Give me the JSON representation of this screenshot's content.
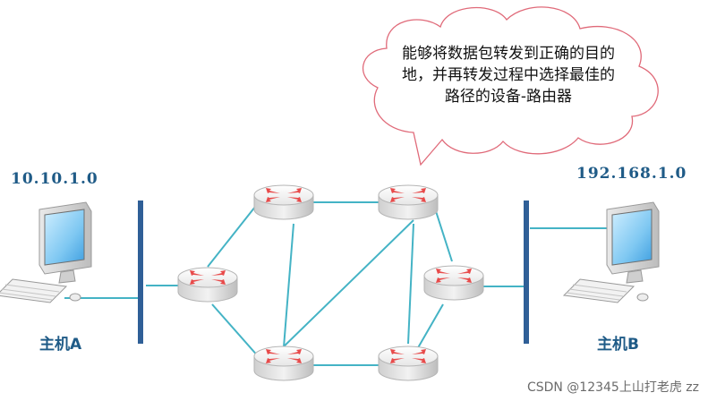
{
  "callout": {
    "lines": [
      "能够将数据包转发到正确的目的",
      "地，并再转发过程中选择最佳的",
      "路径的设备-路由器"
    ]
  },
  "networks": {
    "left": "10.10.1.0",
    "right": "192.168.1.0"
  },
  "hosts": {
    "left": "主机A",
    "right": "主机B"
  },
  "watermark": "CSDN @12345上山打老虎 zz",
  "colors": {
    "link": "#44b3c5",
    "segment_bar": "#2f5f97",
    "label": "#1f5b87",
    "router_arrow": "#e84b4b",
    "bubble_stroke": "#e06a79"
  },
  "icons": {
    "router": "router-icon",
    "computer": "desktop-computer-icon"
  }
}
